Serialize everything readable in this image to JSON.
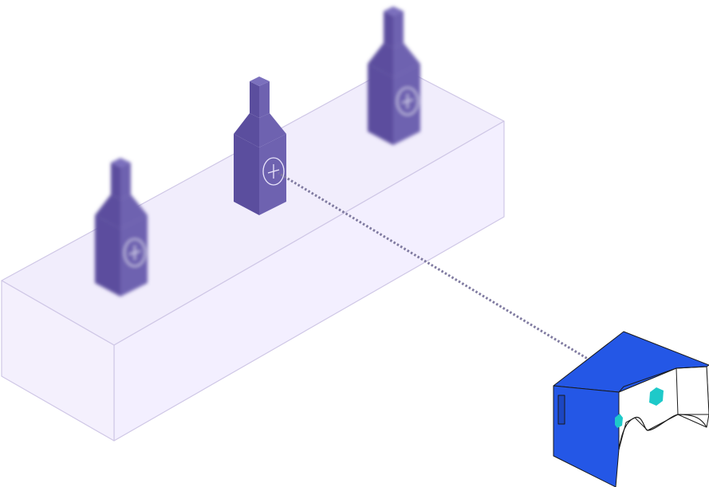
{
  "colors": {
    "background": "#ffffff",
    "shelf_fill": "#f3efff",
    "shelf_top": "#f1edfc",
    "shelf_left": "#f4f0fd",
    "shelf_stroke": "#cfc7e6",
    "bottle_front": "#5b4e9e",
    "bottle_side": "#6e62b0",
    "bottle_cap_top": "#7b70bd",
    "reticle": "#e9e5fb",
    "gaze_line": "#7f7aa0",
    "viewer_shell": "#2457e6",
    "viewer_shell_dark": "#1c46c2",
    "viewer_interior": "#ffffff",
    "viewer_outline": "#1a1a1a",
    "viewer_lens": "#1ec9c9"
  },
  "scene": {
    "bottles": [
      {
        "name": "bottle-left",
        "focused": false,
        "blurred": true
      },
      {
        "name": "bottle-center",
        "focused": true,
        "blurred": false
      },
      {
        "name": "bottle-right",
        "focused": false,
        "blurred": true
      }
    ],
    "gaze_line": {
      "style": "dotted",
      "from": "vr-viewer",
      "to": "bottle-center"
    },
    "viewer": {
      "type": "cardboard-vr-headset",
      "lens_count": 2
    }
  }
}
